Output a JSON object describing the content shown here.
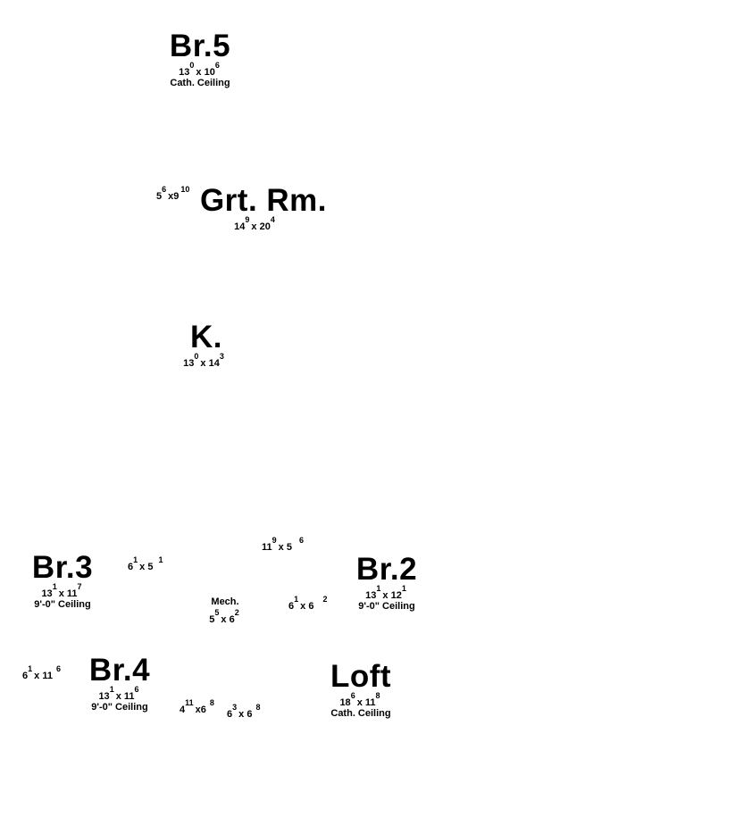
{
  "rooms": {
    "br5": {
      "name": "Br.5",
      "w": "13",
      "w_in": "0",
      "l": "10",
      "l_in": "6",
      "note": "Cath. Ceiling"
    },
    "grt": {
      "name": "Grt. Rm.",
      "w": "14",
      "w_in": "9",
      "l": "20",
      "l_in": "4"
    },
    "k": {
      "name": "K.",
      "w": "13",
      "w_in": "0",
      "l": "14",
      "l_in": "3"
    },
    "br3": {
      "name": "Br.3",
      "w": "13",
      "w_in": "1",
      "l": "11",
      "l_in": "7",
      "note": "9'-0\" Ceiling"
    },
    "br2": {
      "name": "Br.2",
      "w": "13",
      "w_in": "1",
      "l": "12",
      "l_in": "1",
      "note": "9'-0\" Ceiling"
    },
    "br4": {
      "name": "Br.4",
      "w": "13",
      "w_in": "1",
      "l": "11",
      "l_in": "6",
      "note": "9'-0\" Ceiling"
    },
    "loft": {
      "name": "Loft",
      "w": "18",
      "w_in": "6",
      "l": "11",
      "l_in": "8",
      "note": "Cath. Ceiling"
    },
    "mech": {
      "name": "Mech.",
      "w": "5",
      "w_in": "5",
      "l": "6",
      "l_in": "2"
    }
  },
  "x": "x",
  "small_dims": [
    {
      "w": "5",
      "w_in": "6",
      "l": "9",
      "l_in": "10"
    },
    {
      "w": "11",
      "w_in": "9",
      "l": "5",
      "l_in": "6"
    },
    {
      "w": "6",
      "w_in": "1",
      "l": "5",
      "l_in": "1"
    },
    {
      "w": "6",
      "w_in": "1",
      "l": "6",
      "l_in": "2"
    },
    {
      "w": "6",
      "w_in": "1",
      "l": "11",
      "l_in": "6"
    },
    {
      "w": "4",
      "w_in": "11",
      "l": "6",
      "l_in": "8"
    },
    {
      "w": "6",
      "w_in": "3",
      "l": "6",
      "l_in": "8"
    }
  ]
}
